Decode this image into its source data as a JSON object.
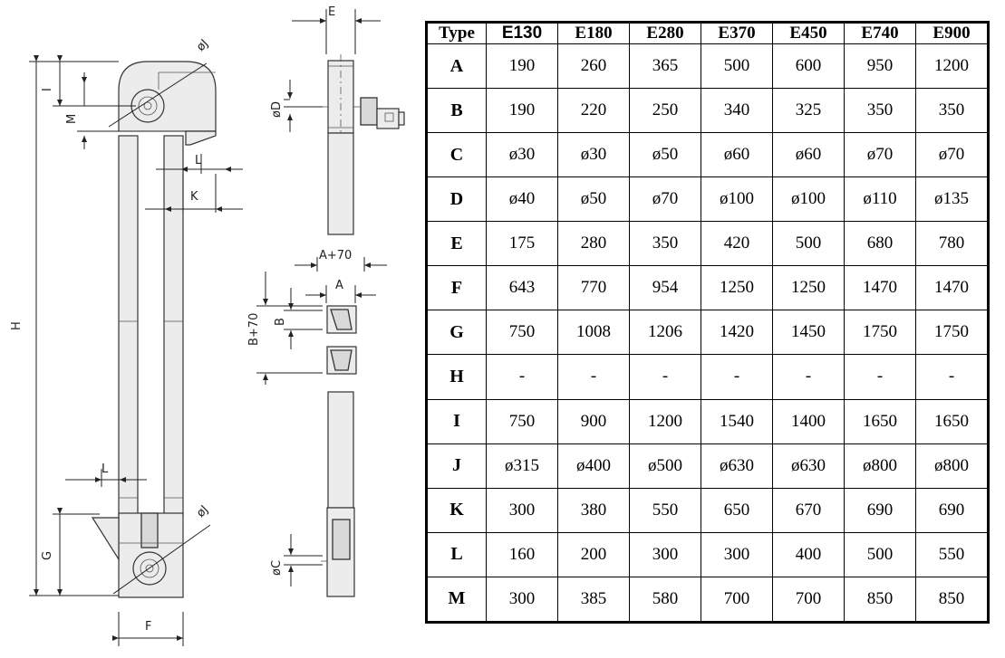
{
  "drawing_labels": {
    "H": "H",
    "I": "I",
    "M": "M",
    "G": "G",
    "F": "F",
    "L": "L",
    "K": "K",
    "J": "øJ",
    "E": "E",
    "D": "øD",
    "C": "øC",
    "A70": "A+70",
    "A": "A",
    "B70": "B+70",
    "B": "B"
  },
  "table": {
    "header": [
      "Type",
      "E130",
      "E180",
      "E280",
      "E370",
      "E450",
      "E740",
      "E900"
    ],
    "rows": [
      {
        "label": "A",
        "values": [
          "190",
          "260",
          "365",
          "500",
          "600",
          "950",
          "1200"
        ]
      },
      {
        "label": "B",
        "values": [
          "190",
          "220",
          "250",
          "340",
          "325",
          "350",
          "350"
        ]
      },
      {
        "label": "C",
        "values": [
          "ø30",
          "ø30",
          "ø50",
          "ø60",
          "ø60",
          "ø70",
          "ø70"
        ]
      },
      {
        "label": "D",
        "values": [
          "ø40",
          "ø50",
          "ø70",
          "ø100",
          "ø100",
          "ø110",
          "ø135"
        ]
      },
      {
        "label": "E",
        "values": [
          "175",
          "280",
          "350",
          "420",
          "500",
          "680",
          "780"
        ]
      },
      {
        "label": "F",
        "values": [
          "643",
          "770",
          "954",
          "1250",
          "1250",
          "1470",
          "1470"
        ]
      },
      {
        "label": "G",
        "values": [
          "750",
          "1008",
          "1206",
          "1420",
          "1450",
          "1750",
          "1750"
        ]
      },
      {
        "label": "H",
        "values": [
          "-",
          "-",
          "-",
          "-",
          "-",
          "-",
          "-"
        ]
      },
      {
        "label": "I",
        "values": [
          "750",
          "900",
          "1200",
          "1540",
          "1400",
          "1650",
          "1650"
        ]
      },
      {
        "label": "J",
        "values": [
          "ø315",
          "ø400",
          "ø500",
          "ø630",
          "ø630",
          "ø800",
          "ø800"
        ]
      },
      {
        "label": "K",
        "values": [
          "300",
          "380",
          "550",
          "650",
          "670",
          "690",
          "690"
        ]
      },
      {
        "label": "L",
        "values": [
          "160",
          "200",
          "300",
          "300",
          "400",
          "500",
          "550"
        ]
      },
      {
        "label": "M",
        "values": [
          "300",
          "385",
          "580",
          "700",
          "700",
          "850",
          "850"
        ]
      }
    ]
  }
}
